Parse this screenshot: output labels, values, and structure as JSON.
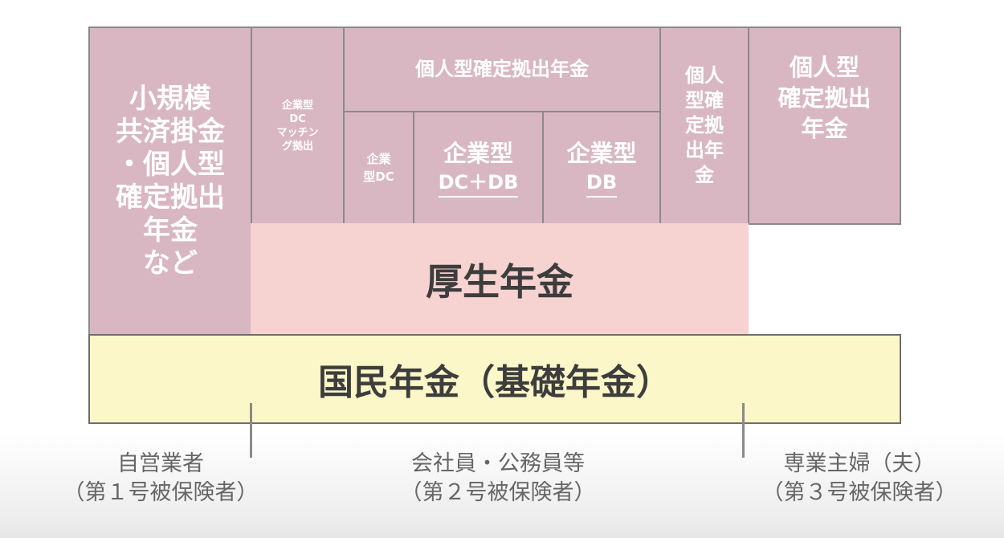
{
  "upper_tier": {
    "self_employed_box": [
      "小規模",
      "共済掛金",
      "・個人型",
      "確定拠出",
      "年金",
      "など"
    ],
    "matching_box": [
      "企業型",
      "DC",
      "マッチン",
      "グ拠出"
    ],
    "ideco_employee_header": "個人型確定拠出年金",
    "corporate_dc_box": [
      "企業",
      "型DC"
    ],
    "dc_db_box": {
      "line1": "企業型",
      "line2": "DC＋DB"
    },
    "db_box": {
      "line1": "企業型",
      "line2": "DB"
    },
    "civil_ideco_box": [
      "個人",
      "型確",
      "定拠",
      "出年",
      "金"
    ],
    "housewife_ideco_box": [
      "個人型",
      "確定拠出",
      "年金"
    ]
  },
  "kosei_nenkin": "厚生年金",
  "kokumin_nenkin": "国民年金（基礎年金）",
  "categories": [
    {
      "name": "自営業者",
      "type": "（第１号被保険者）"
    },
    {
      "name": "会社員・公務員等",
      "type": "（第２号被保険者）"
    },
    {
      "name": "専業主婦（夫）",
      "type": "（第３号被保険者）"
    }
  ],
  "colors": {
    "upper_tier": "#d8b7c3",
    "kosei_nenkin": "#f6d2d0",
    "kokumin_nenkin": "#fbf7c8"
  }
}
